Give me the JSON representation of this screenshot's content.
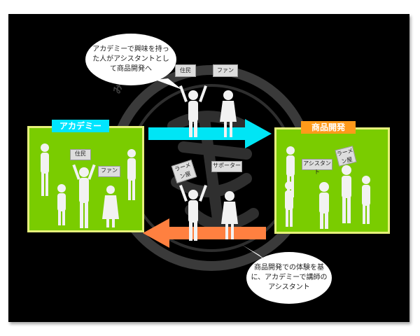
{
  "diagram": {
    "bubble_top": "アカデミーで興味を持った人がアシスタントとして商品開発へ",
    "bubble_bottom": "商品開発での体験を基に、アカデミーで講師のアシスタント",
    "academy_label": "アカデミー",
    "product_label": "商品開発",
    "seal_text": "みんなの酒田",
    "signs": {
      "top_left": "住民",
      "top_right": "ファン",
      "academy_left": "住民",
      "academy_right": "ファン",
      "mid_left": "ラーメン屋",
      "mid_right": "サポーター",
      "product_left": "アシスタント",
      "product_right": "ラーメン屋"
    },
    "colors": {
      "background": "#000000",
      "box_fill": "#7acc00",
      "box_border": "#e6f07a",
      "academy_label_bg": "#00e5ff",
      "product_label_bg": "#ff9a1a",
      "arrow_right": "#00e5f5",
      "arrow_left": "#ff8040"
    }
  }
}
